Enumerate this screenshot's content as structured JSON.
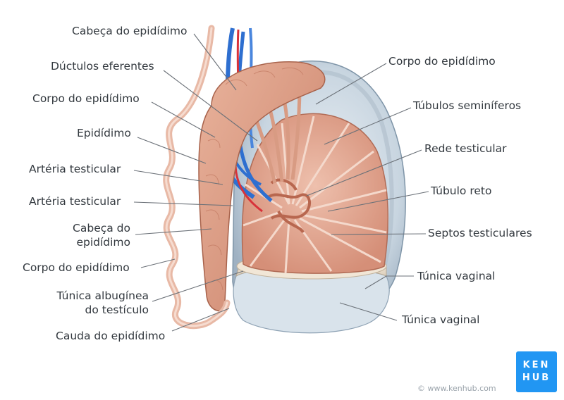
{
  "labels_left": [
    {
      "id": "cabeca-epididimo-top",
      "text": "Cabeça do epidídimo"
    },
    {
      "id": "ductulos-eferentes",
      "text": "Dúctulos eferentes"
    },
    {
      "id": "corpo-epididimo-left",
      "text": "Corpo do epidídimo"
    },
    {
      "id": "epididimo",
      "text": "Epidídimo"
    },
    {
      "id": "arteria-testicular-1",
      "text": "Artéria testicular"
    },
    {
      "id": "arteria-testicular-2",
      "text": "Artéria testicular"
    },
    {
      "id": "cabeca-epididimo-2",
      "text": "Cabeça do\nepidídimo"
    },
    {
      "id": "corpo-epididimo-left-2",
      "text": "Corpo do epidídimo"
    },
    {
      "id": "tunica-albuginea",
      "text": "Túnica albugínea\ndo testículo"
    },
    {
      "id": "cauda-epididimo",
      "text": "Cauda do epidídimo"
    }
  ],
  "labels_right": [
    {
      "id": "corpo-epididimo-right",
      "text": "Corpo do epidídimo"
    },
    {
      "id": "tubulos-seminiferos",
      "text": "Túbulos seminíferos"
    },
    {
      "id": "rede-testicular",
      "text": "Rede testicular"
    },
    {
      "id": "tubulo-reto",
      "text": "Túbulo reto"
    },
    {
      "id": "septos-testiculares",
      "text": "Septos testiculares"
    },
    {
      "id": "tunica-vaginal-1",
      "text": "Túnica vaginal"
    },
    {
      "id": "tunica-vaginal-2",
      "text": "Túnica vaginal"
    }
  ],
  "logo": {
    "line1": "KEN",
    "line2": "HUB"
  },
  "credit": "© www.kenhub.com",
  "colors": {
    "tissue": "#e8a990",
    "tissue_dark": "#c9826a",
    "tunica": "#c9d6e0",
    "artery": "#d8323a",
    "vein": "#2e6fd0",
    "brand": "#2196f3"
  }
}
